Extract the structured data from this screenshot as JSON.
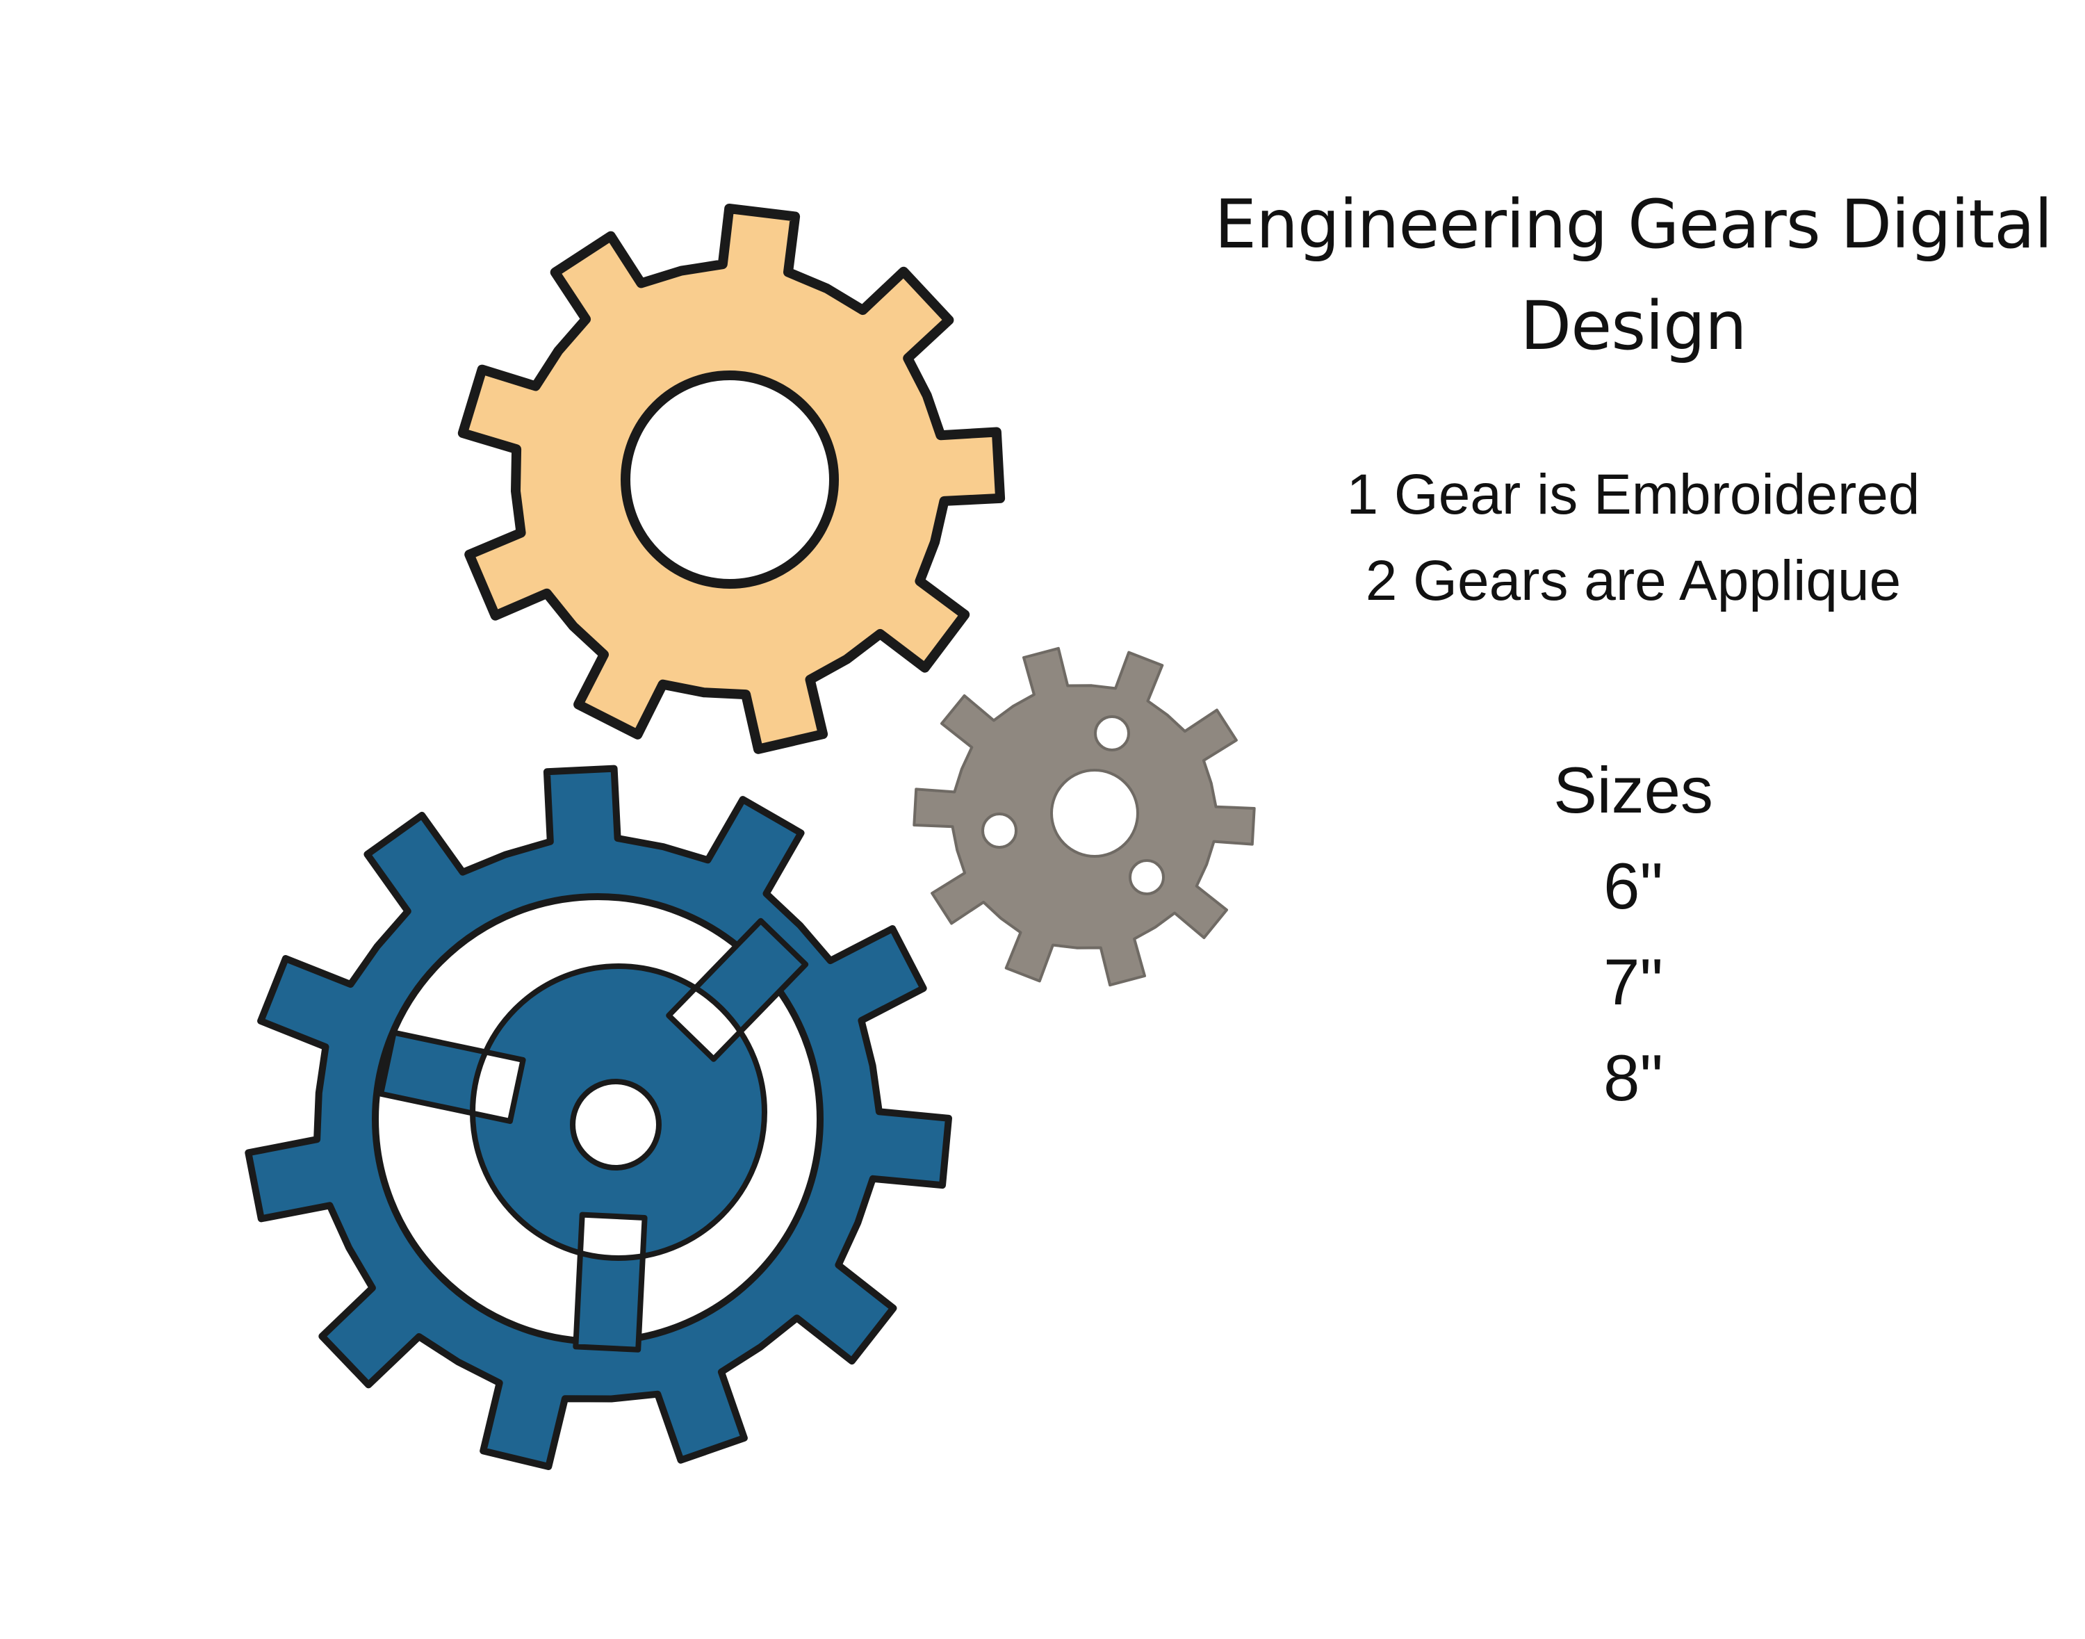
{
  "title": {
    "line1": "Engineering Gears Digital",
    "line2": "Design"
  },
  "info": {
    "embroidered": "1 Gear is Embroidered",
    "applique": "2 Gears are Applique"
  },
  "sizes": {
    "heading": "Sizes",
    "options": [
      "6\"",
      "7\"",
      "8\""
    ]
  },
  "colors": {
    "tan_gear": "#f9cd8e",
    "blue_gear": "#1f6591",
    "gray_gear": "#8f8880",
    "outline": "#1a1a1a",
    "background": "#ffffff"
  },
  "icons": [
    "tan-gear-icon",
    "blue-gear-icon",
    "gray-gear-icon"
  ]
}
